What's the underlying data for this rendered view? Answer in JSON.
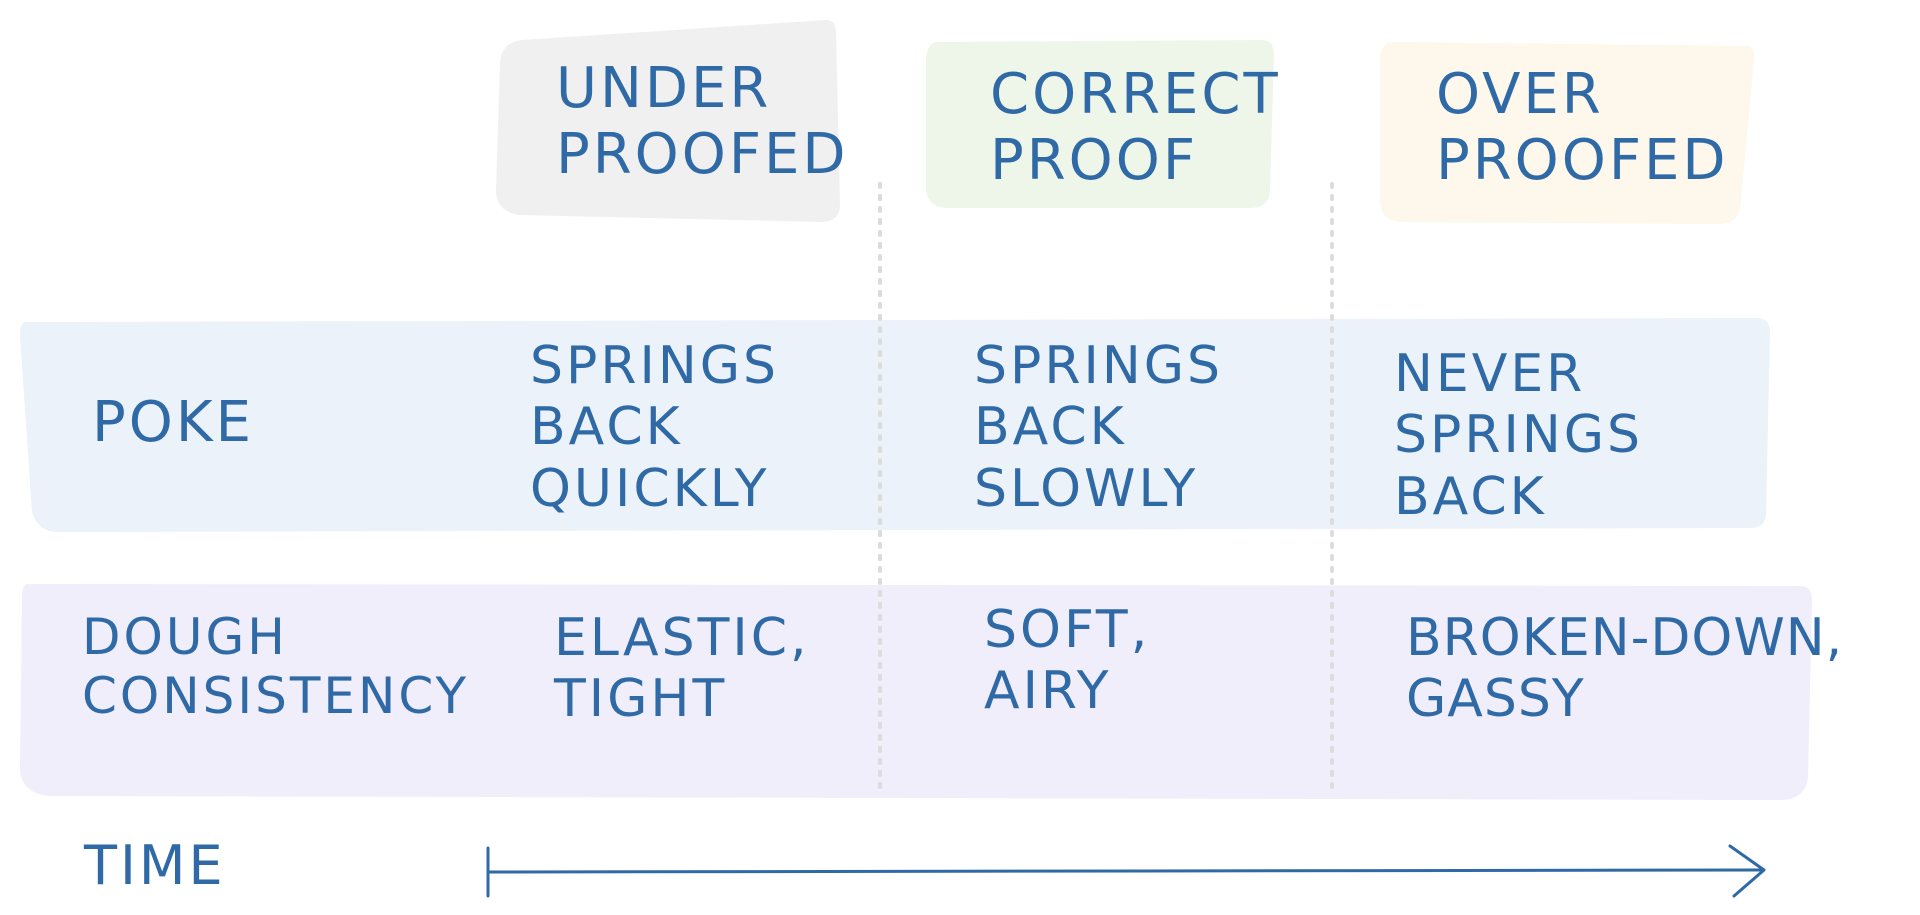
{
  "columns": [
    {
      "label": "UNDER\nPROOFED",
      "fill": "#f0f0f0"
    },
    {
      "label": "CORRECT\nPROOF",
      "fill": "#eef6ea"
    },
    {
      "label": "OVER\nPROOFED",
      "fill": "#fdf7ec"
    }
  ],
  "rows": [
    {
      "label": "POKE",
      "fill": "#ecf2f9",
      "cells": [
        "SPRINGS\n BACK\nQUICKLY",
        "SPRINGS\nBACK\n SLOWLY",
        "NEVER\n SPRINGS\n BACK"
      ]
    },
    {
      "label": "DOUGH\nCONSISTENCY",
      "fill": "#efeefa",
      "cells": [
        "ELASTIC,\nTIGHT",
        "SOFT,\nAIRY",
        "BROKEN-DOWN,\nGASSY"
      ]
    }
  ],
  "time": {
    "label": "TIME"
  },
  "colors": {
    "ink": "#2f6aa6",
    "divider": "#dcdcdc"
  }
}
